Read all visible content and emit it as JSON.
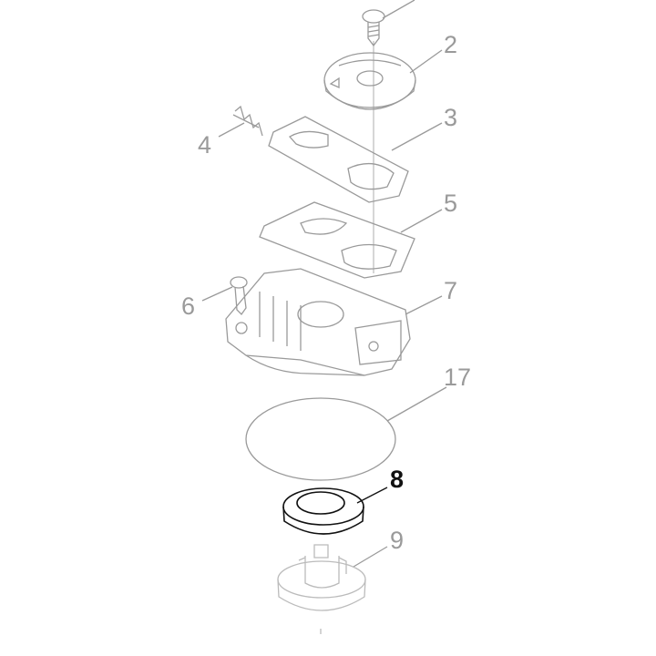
{
  "colors": {
    "part_stroke": "#9a9a9a",
    "highlight_stroke": "#111111",
    "label": "#9a9a9a",
    "highlight_label": "#111111"
  },
  "highlighted_part": "8",
  "labels": [
    {
      "id": "p2",
      "text": "2"
    },
    {
      "id": "p3",
      "text": "3"
    },
    {
      "id": "p4",
      "text": "4"
    },
    {
      "id": "p5",
      "text": "5"
    },
    {
      "id": "p6",
      "text": "6"
    },
    {
      "id": "p7",
      "text": "7"
    },
    {
      "id": "p17",
      "text": "17"
    },
    {
      "id": "p8",
      "text": "8"
    },
    {
      "id": "p9",
      "text": "9"
    }
  ]
}
